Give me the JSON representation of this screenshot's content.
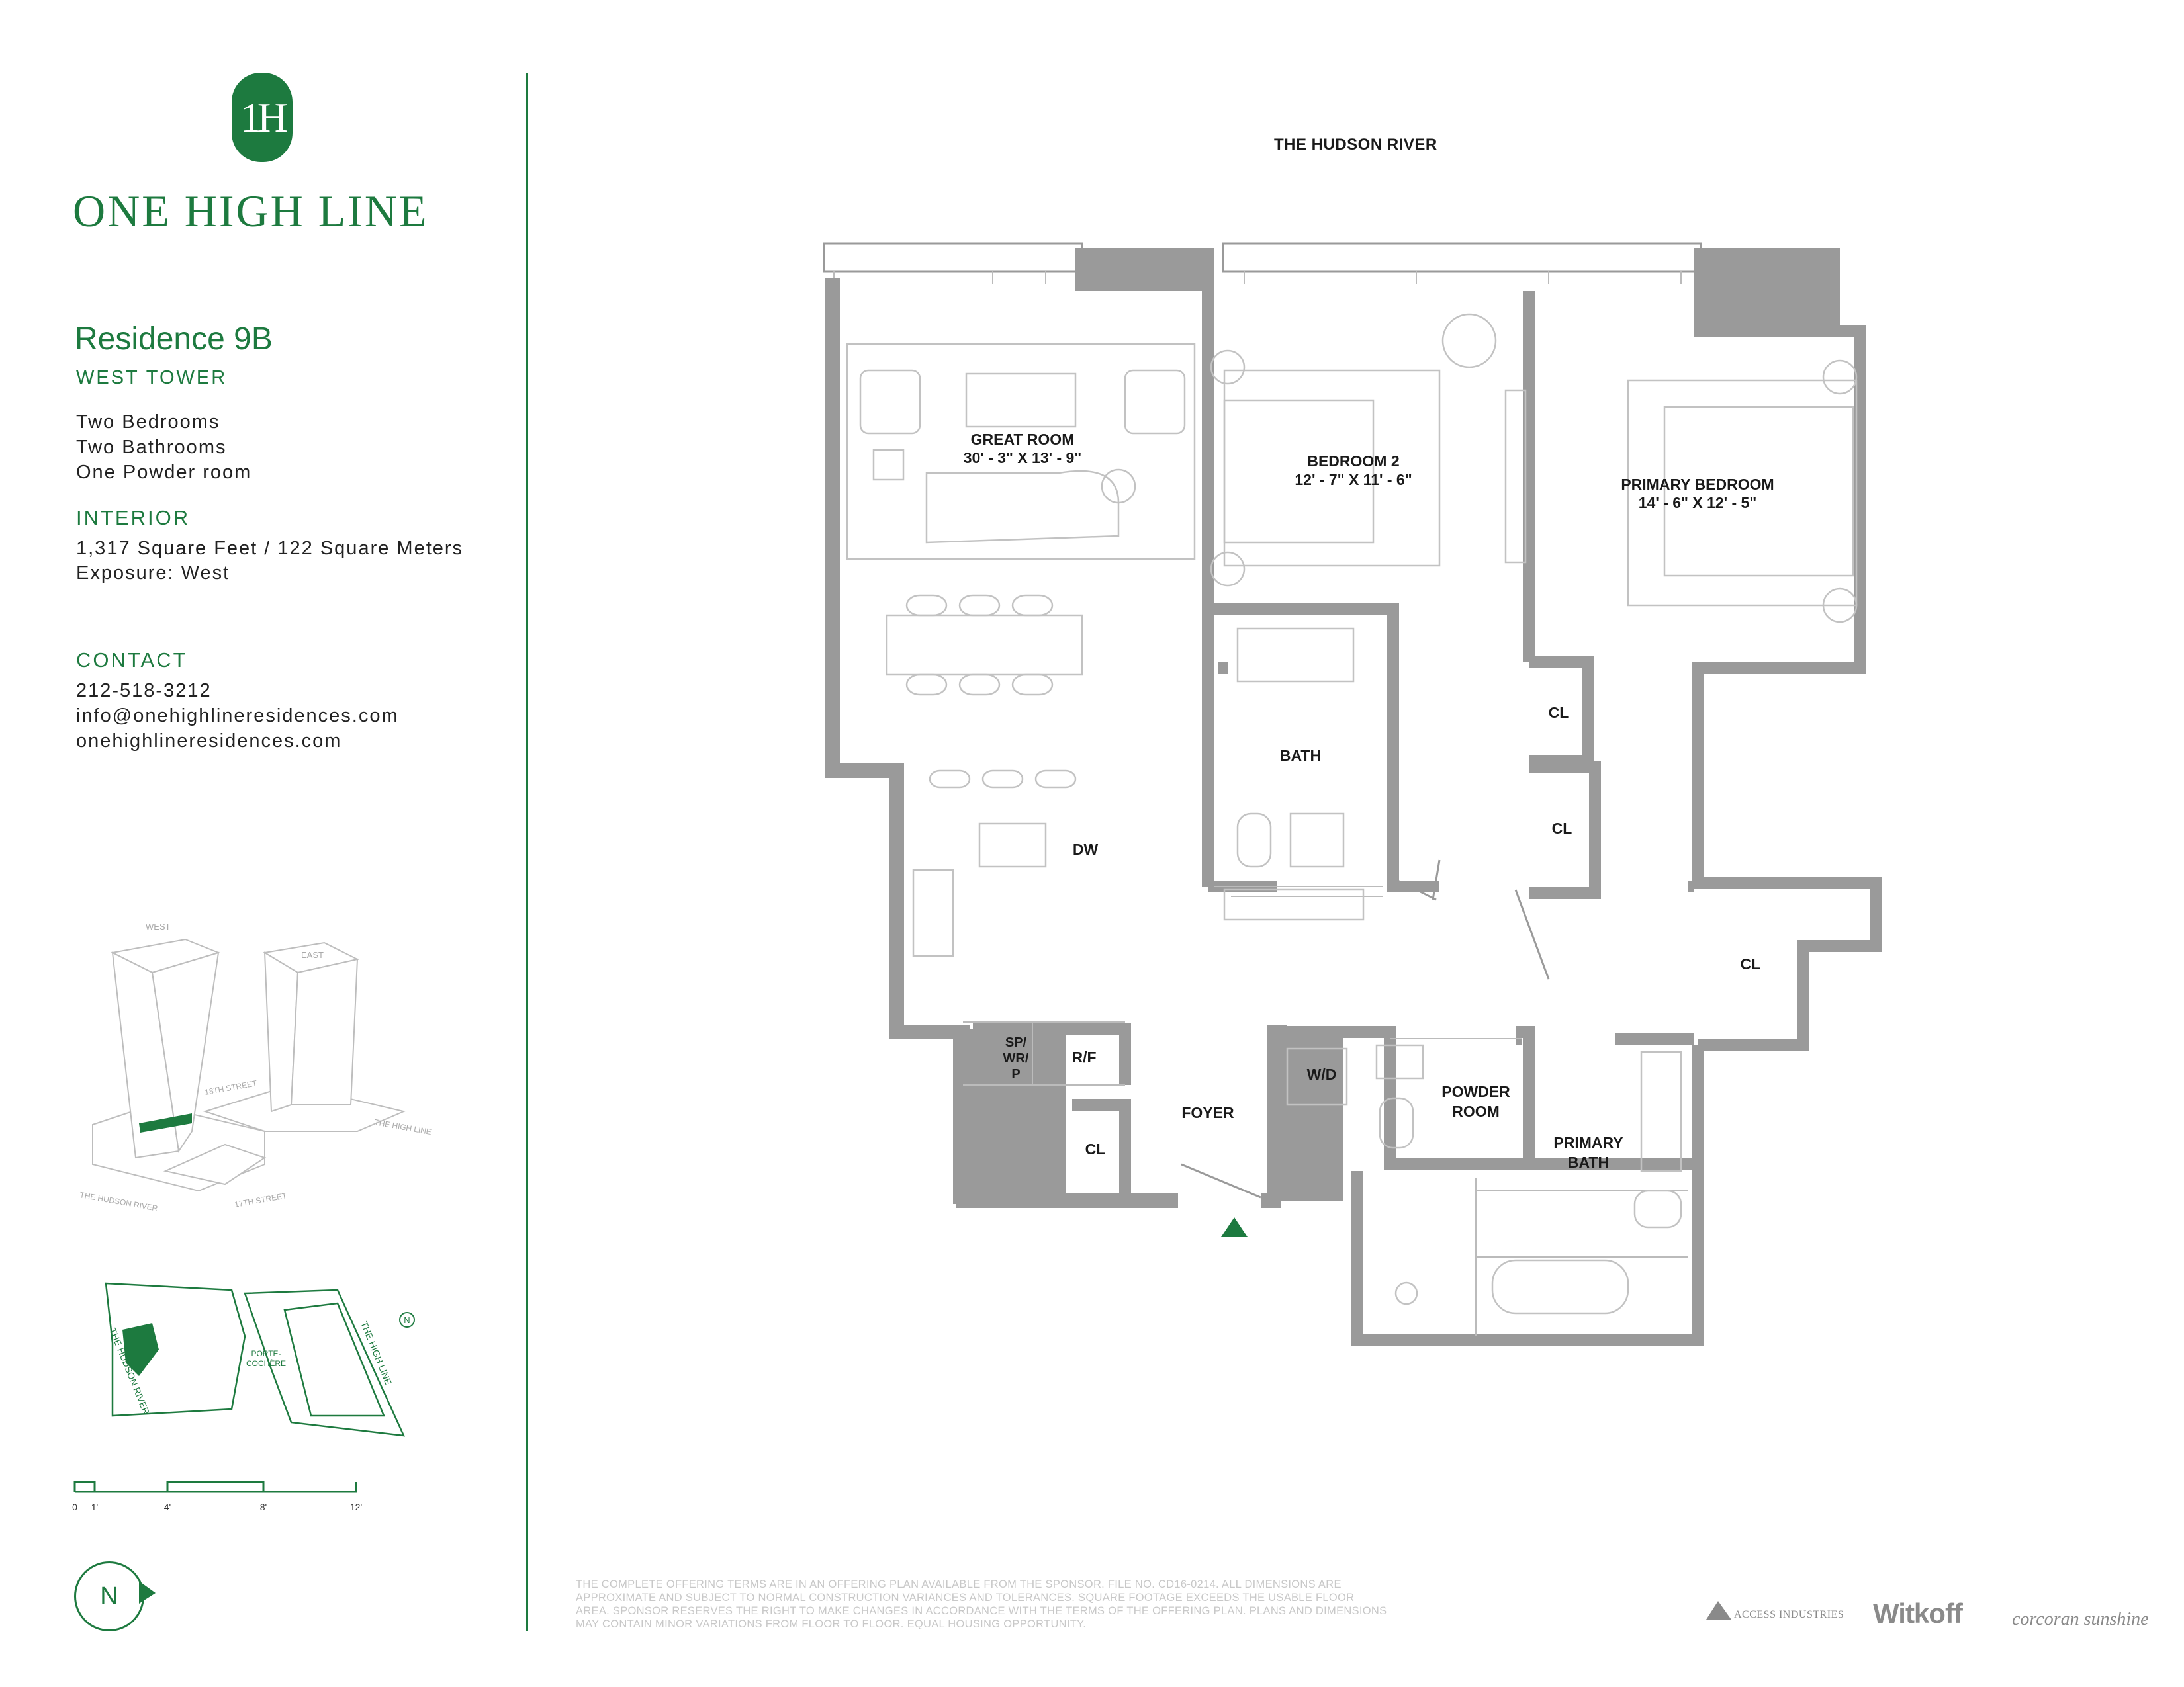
{
  "logo": {
    "monogram": "1H",
    "wordmark": "ONE HIGH LINE"
  },
  "residence": {
    "title": "Residence 9B",
    "tower": "WEST TOWER",
    "rooms": [
      "Two Bedrooms",
      "Two Bathrooms",
      "One Powder room"
    ]
  },
  "interior": {
    "heading": "INTERIOR",
    "area": "1,317 Square Feet / 122 Square Meters",
    "exposure": "Exposure: West"
  },
  "contact": {
    "heading": "CONTACT",
    "phone": "212-518-3212",
    "email": "info@onehighlineresidences.com",
    "website": "onehighlineresidences.com"
  },
  "site_diagram": {
    "west": "WEST",
    "east": "EAST",
    "street_18": "18TH STREET",
    "high_line": "THE HIGH LINE",
    "hudson": "THE HUDSON RIVER",
    "street_17": "17TH STREET"
  },
  "site_map": {
    "hudson": "THE HUDSON RIVER",
    "high_line": "THE HIGH LINE",
    "porte": "PORTE-",
    "cochere": "COCHÈRE",
    "north": "N"
  },
  "scale": {
    "ticks": [
      "0",
      "1'",
      "4'",
      "8'",
      "12'"
    ]
  },
  "north_label": "N",
  "plan": {
    "river_label": "THE HUDSON RIVER",
    "great_room": {
      "name": "GREAT ROOM",
      "dims": "30' - 3\" X 13' - 9\""
    },
    "bedroom2": {
      "name": "BEDROOM 2",
      "dims": "12' - 7\" X 11' - 6\""
    },
    "primary_bedroom": {
      "name": "PRIMARY BEDROOM",
      "dims": "14' - 6\" X 12' - 5\""
    },
    "bath": "BATH",
    "cl": "CL",
    "dw": "DW",
    "sp": "SP/",
    "wr": "WR/",
    "p": "P",
    "rf": "R/F",
    "foyer": "FOYER",
    "wd": "W/D",
    "powder1": "POWDER",
    "powder2": "ROOM",
    "primary_bath1": "PRIMARY",
    "primary_bath2": "BATH"
  },
  "disclaimer": "THE COMPLETE OFFERING TERMS ARE IN AN OFFERING PLAN AVAILABLE FROM THE SPONSOR. FILE NO. CD16-0214. ALL DIMENSIONS ARE APPROXIMATE AND SUBJECT TO NORMAL CONSTRUCTION VARIANCES AND TOLERANCES. SQUARE FOOTAGE EXCEEDS THE USABLE FLOOR AREA. SPONSOR RESERVES THE RIGHT TO MAKE CHANGES IN ACCORDANCE WITH THE TERMS OF THE OFFERING PLAN. PLANS AND DIMENSIONS MAY CONTAIN MINOR VARIATIONS FROM FLOOR TO FLOOR. EQUAL HOUSING OPPORTUNITY.",
  "brands": {
    "access": "ACCESS INDUSTRIES",
    "witkoff": "Witkoff",
    "corcoran": "corcoran sunshine"
  },
  "colors": {
    "brand_green": "#1d7a3f",
    "wall_gray": "#9a9a9a"
  }
}
